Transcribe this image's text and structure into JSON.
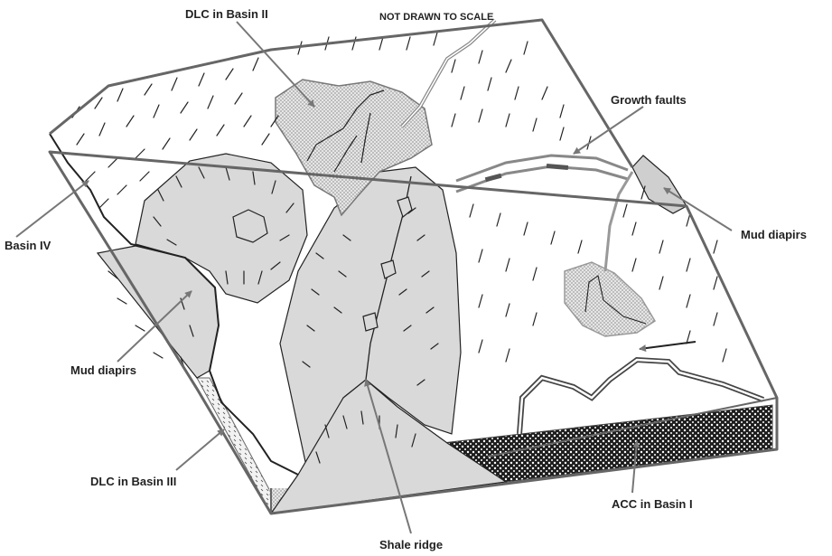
{
  "labels": {
    "dlc_basin_ii": "DLC in Basin II",
    "not_to_scale": "NOT DRAWN TO SCALE",
    "growth_faults": "Growth faults",
    "mud_diapirs_right": "Mud diapirs",
    "basin_iv": "Basin IV",
    "mud_diapirs_left": "Mud diapirs",
    "dlc_basin_iii": "DLC in Basin III",
    "acc_basin_i": "ACC in Basin I",
    "shale_ridge": "Shale ridge"
  },
  "colors": {
    "slope_fill": "#d9d9d9",
    "sand_fill": "#e4e4e4",
    "outline": "#666666",
    "line": "#222222"
  }
}
